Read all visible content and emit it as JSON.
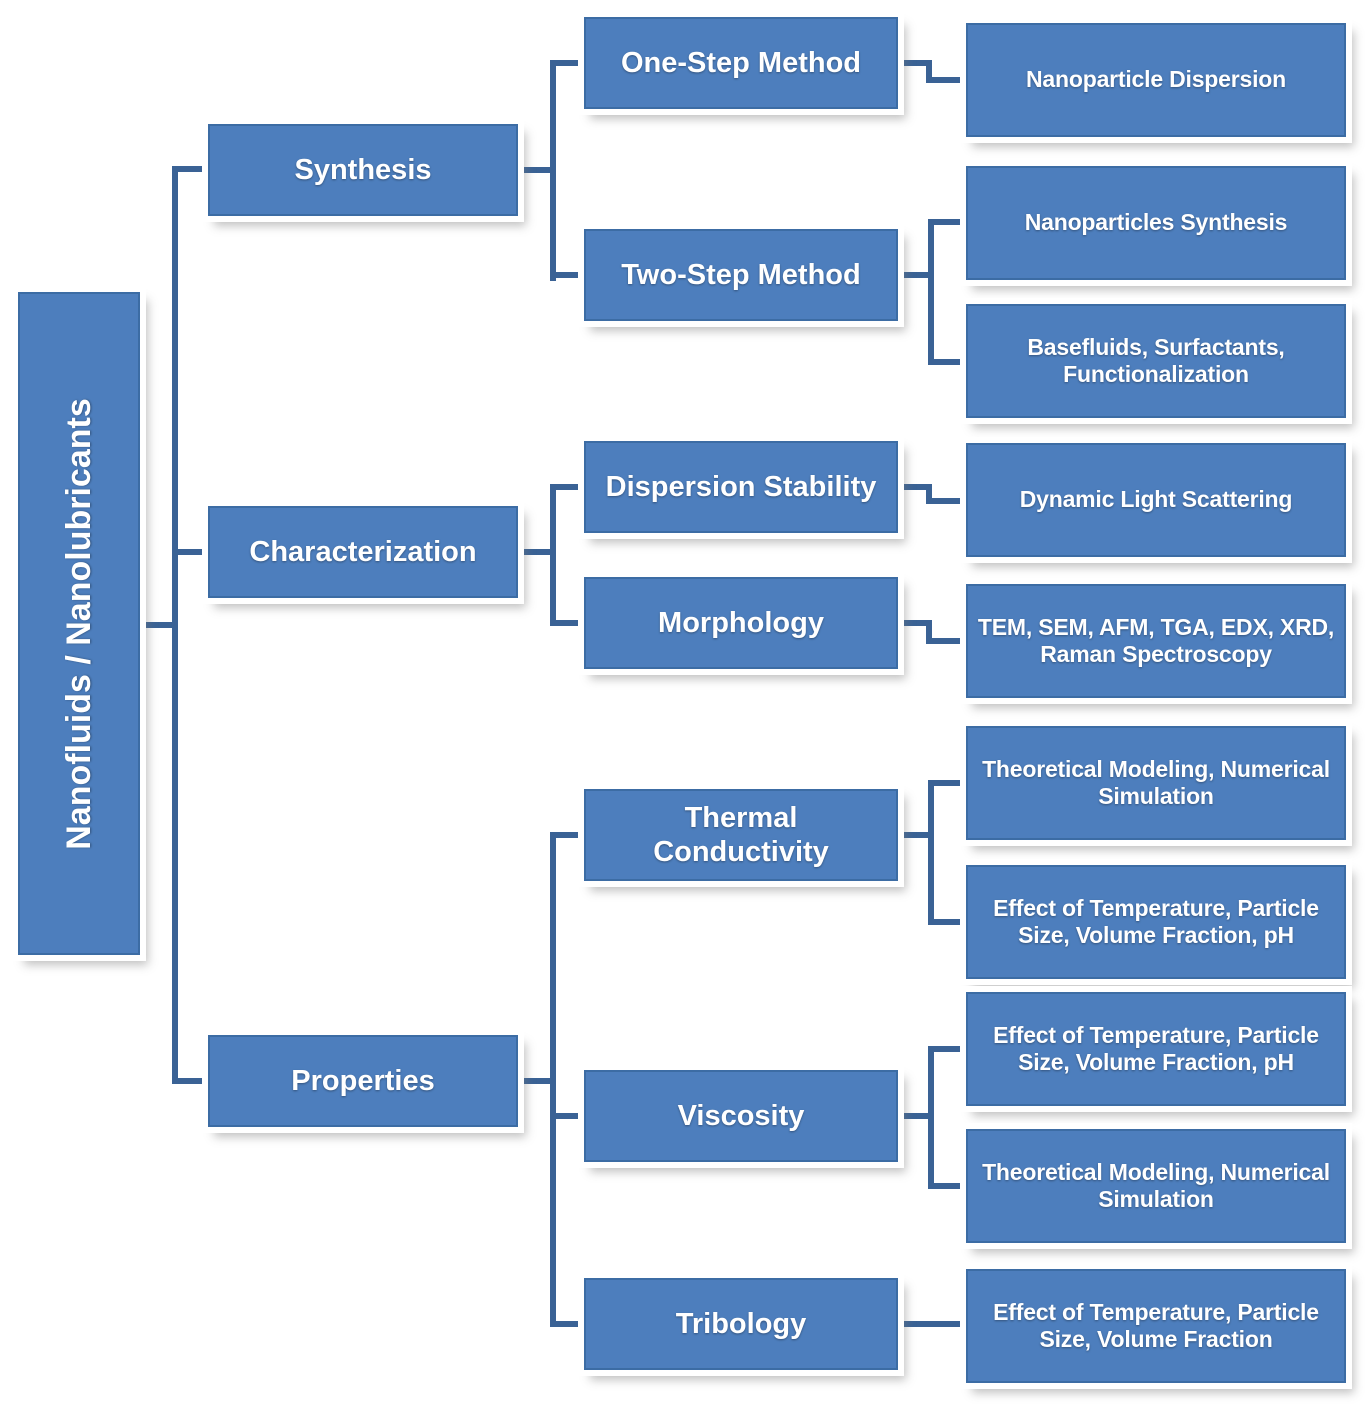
{
  "diagram": {
    "title": "Nanofluids / Nanolubricants hierarchy",
    "colors": {
      "node_fill": "#4d7ebd",
      "node_border": "#3c6ca4",
      "connector": "#3a6295",
      "node_text": "#ffffff",
      "background": "#ffffff"
    },
    "root": {
      "label": "Nanofluids / Nanolubricants"
    },
    "branches": [
      {
        "label": "Synthesis",
        "children": [
          {
            "label": "One-Step Method",
            "leaves": [
              "Nanoparticle Dispersion"
            ]
          },
          {
            "label": "Two-Step Method",
            "leaves": [
              "Nanoparticles Synthesis",
              "Basefluids, Surfactants, Functionalization"
            ]
          }
        ]
      },
      {
        "label": "Characterization",
        "children": [
          {
            "label": "Dispersion Stability",
            "leaves": [
              "Dynamic Light Scattering"
            ]
          },
          {
            "label": "Morphology",
            "leaves": [
              "TEM, SEM, AFM, TGA, EDX, XRD, Raman Spectroscopy"
            ]
          }
        ]
      },
      {
        "label": "Properties",
        "children": [
          {
            "label": "Thermal\nConductivity",
            "leaves": [
              "Theoretical Modeling, Numerical Simulation",
              "Effect of Temperature, Particle Size, Volume Fraction, pH"
            ]
          },
          {
            "label": "Viscosity",
            "leaves": [
              "Effect of Temperature, Particle Size, Volume Fraction, pH",
              "Theoretical Modeling, Numerical Simulation"
            ]
          },
          {
            "label": "Tribology",
            "leaves": [
              "Effect of Temperature, Particle Size, Volume Fraction"
            ]
          }
        ]
      }
    ]
  }
}
